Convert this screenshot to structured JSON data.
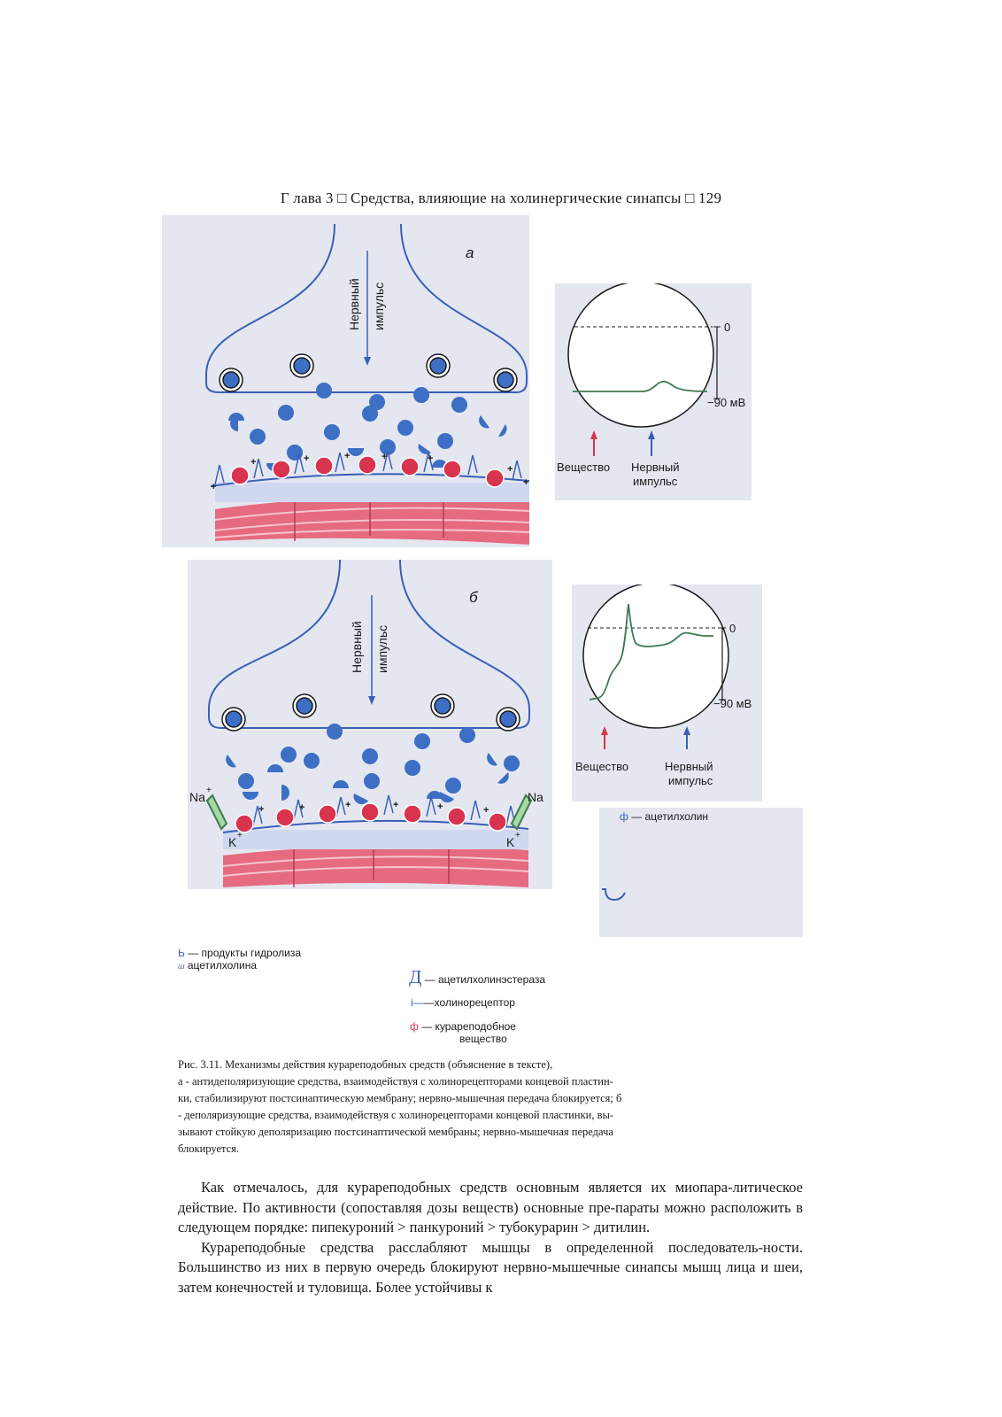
{
  "header": {
    "running_head": "Г лава 3 □ Средства, влияющие на холинергические синапсы □ 129"
  },
  "figure": {
    "panel_a": {
      "letter": "а",
      "impulse_label": [
        "Нервный",
        "импульс"
      ],
      "graph": {
        "zero_label": "0",
        "rest_label": "−90 мВ",
        "substance_label": "Вещество",
        "impulse_label": [
          "Нервный",
          "импульс"
        ]
      }
    },
    "panel_b": {
      "letter": "б",
      "impulse_label": [
        "Нервный",
        "импульс"
      ],
      "na_label": "Na",
      "k_label": "K",
      "graph": {
        "zero_label": "0",
        "rest_label": "−90 мВ",
        "substance_label": "Вещество",
        "impulse_label": [
          "Нервный",
          "импульс"
        ]
      }
    },
    "legend": {
      "acetylcholine": {
        "symbol": "ф",
        "text": "— ацетилхолин"
      },
      "hydrolysis": {
        "symbol": "Ь",
        "text": "— продукты гидролиза",
        "symbol2": "ш",
        "text2": "ацетилхолина"
      },
      "cholinesterase": {
        "symbol": "Д",
        "text": "— ацетилхолинэстераза"
      },
      "receptor": {
        "symbol": "i—",
        "text": "—холинорецептор"
      },
      "curare": {
        "symbol": "ф",
        "text": "— курареподобное",
        "text2": "вещество"
      }
    },
    "caption": [
      "Рис.   3.11.  Механизмы   действия   курареподобных   средств   (объяснение   в   тексте),",
      "а   -   антидеполяризующие  средства,  взаимодействуя  с  холинорецепторами  концевой  пластин-",
      "ки,   стабилизируют   постсинаптическую   мембрану;   нервно-мышечная   передача   блокируется;  б",
      "-   деполяризующие   средства,   взаимодействуя   с   холинорецепторами   концевой   пластинки,   вы-",
      "зывают   стойкую   деполяризацию   постсинаптической   мембраны;   нервно-мышечная   передача",
      "блокируется."
    ]
  },
  "body": [
    "Как отмечалось, для курареподобных средств основным является их миопара-литическое действие. По активности (сопоставляя дозы веществ) основные пре-параты можно расположить в следующем порядке: пипекуроний > панкуроний > тубокурарин > дитилин.",
    "Курареподобные средства расслабляют мышцы в определенной последователь-ности. Большинство из них в первую очередь блокируют нервно-мышечные синапсы мышц лица и шеи, затем конечностей и туловища. Более устойчивы к"
  ],
  "colors": {
    "ach_blue": "#3d6fc4",
    "curare_red": "#d9344f",
    "muscle_pink": "#e66a80",
    "trace_green": "#3f7a52",
    "outline_blue": "#3a5fb8"
  }
}
